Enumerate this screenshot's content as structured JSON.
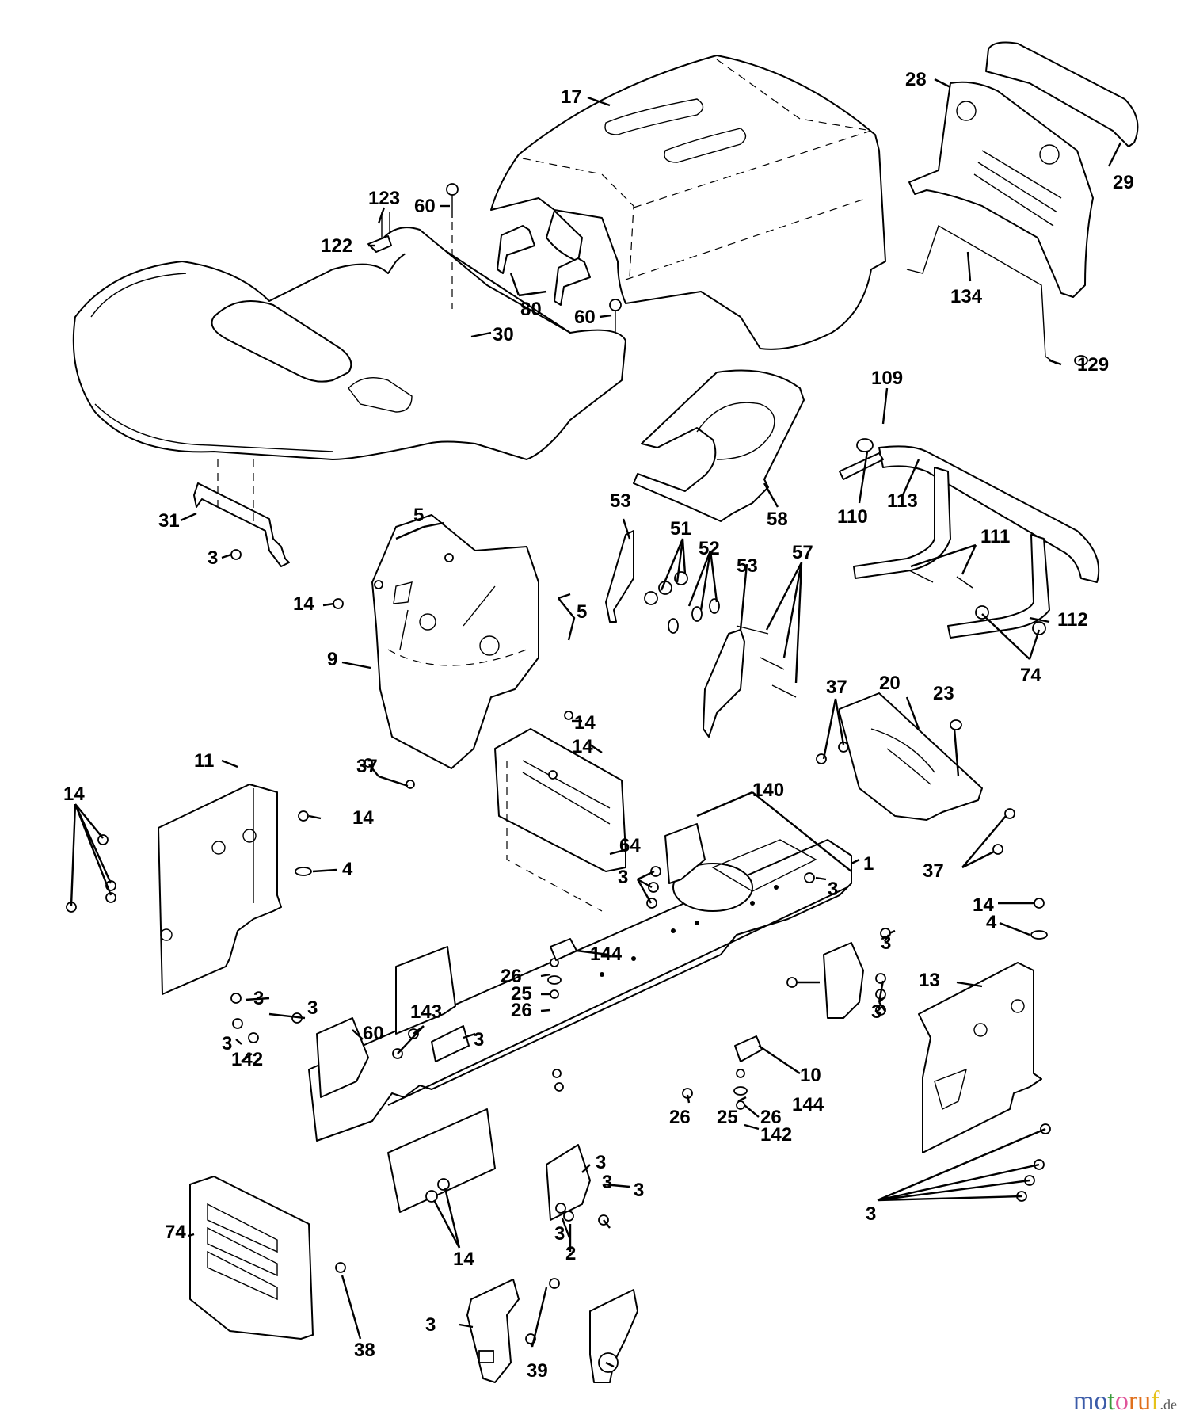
{
  "diagram": {
    "title": "Lawn tractor chassis & enclosures — exploded parts view",
    "callouts": [
      {
        "id": "c17",
        "label": "17"
      },
      {
        "id": "c28",
        "label": "28"
      },
      {
        "id": "c29",
        "label": "29"
      },
      {
        "id": "c123",
        "label": "123"
      },
      {
        "id": "c60a",
        "label": "60"
      },
      {
        "id": "c122",
        "label": "122"
      },
      {
        "id": "c80",
        "label": "80"
      },
      {
        "id": "c60b",
        "label": "60"
      },
      {
        "id": "c30",
        "label": "30"
      },
      {
        "id": "c134",
        "label": "134"
      },
      {
        "id": "c129",
        "label": "129"
      },
      {
        "id": "c109",
        "label": "109"
      },
      {
        "id": "c31",
        "label": "31"
      },
      {
        "id": "c3a",
        "label": "3"
      },
      {
        "id": "c5a",
        "label": "5"
      },
      {
        "id": "c53a",
        "label": "53"
      },
      {
        "id": "c51",
        "label": "51"
      },
      {
        "id": "c52",
        "label": "52"
      },
      {
        "id": "c53b",
        "label": "53"
      },
      {
        "id": "c57",
        "label": "57"
      },
      {
        "id": "c58",
        "label": "58"
      },
      {
        "id": "c110",
        "label": "110"
      },
      {
        "id": "c113",
        "label": "113"
      },
      {
        "id": "c111",
        "label": "111"
      },
      {
        "id": "c112",
        "label": "112"
      },
      {
        "id": "c74a",
        "label": "74"
      },
      {
        "id": "c14a",
        "label": "14"
      },
      {
        "id": "c5b",
        "label": "5"
      },
      {
        "id": "c9",
        "label": "9"
      },
      {
        "id": "c14b",
        "label": "14"
      },
      {
        "id": "c14c",
        "label": "14"
      },
      {
        "id": "c37a",
        "label": "37"
      },
      {
        "id": "c37b",
        "label": "37"
      },
      {
        "id": "c20",
        "label": "20"
      },
      {
        "id": "c23",
        "label": "23"
      },
      {
        "id": "c37c",
        "label": "37"
      },
      {
        "id": "c11",
        "label": "11"
      },
      {
        "id": "c14d",
        "label": "14"
      },
      {
        "id": "c14e",
        "label": "14"
      },
      {
        "id": "c4a",
        "label": "4"
      },
      {
        "id": "c64",
        "label": "64"
      },
      {
        "id": "c3b",
        "label": "3"
      },
      {
        "id": "c140",
        "label": "140"
      },
      {
        "id": "c3c",
        "label": "3"
      },
      {
        "id": "c14f",
        "label": "14"
      },
      {
        "id": "c4b",
        "label": "4"
      },
      {
        "id": "c3d",
        "label": "3"
      },
      {
        "id": "c144a",
        "label": "144"
      },
      {
        "id": "c26a",
        "label": "26"
      },
      {
        "id": "c25a",
        "label": "25"
      },
      {
        "id": "c26b",
        "label": "26"
      },
      {
        "id": "c1",
        "label": "1"
      },
      {
        "id": "c13",
        "label": "13"
      },
      {
        "id": "c3e",
        "label": "3"
      },
      {
        "id": "c3f",
        "label": "3"
      },
      {
        "id": "c3g",
        "label": "3"
      },
      {
        "id": "c3h",
        "label": "3"
      },
      {
        "id": "c142a",
        "label": "142"
      },
      {
        "id": "c60c",
        "label": "60"
      },
      {
        "id": "c143",
        "label": "143"
      },
      {
        "id": "c3i",
        "label": "3"
      },
      {
        "id": "c144b",
        "label": "144"
      },
      {
        "id": "c10",
        "label": "10"
      },
      {
        "id": "c26c",
        "label": "26"
      },
      {
        "id": "c25b",
        "label": "25"
      },
      {
        "id": "c26d",
        "label": "26"
      },
      {
        "id": "c142b",
        "label": "142"
      },
      {
        "id": "c3j",
        "label": "3"
      },
      {
        "id": "c3k",
        "label": "3"
      },
      {
        "id": "c3l",
        "label": "3"
      },
      {
        "id": "c3m",
        "label": "3"
      },
      {
        "id": "c2",
        "label": "2"
      },
      {
        "id": "c74b",
        "label": "74"
      },
      {
        "id": "c14g",
        "label": "14"
      },
      {
        "id": "c3n",
        "label": "3"
      },
      {
        "id": "c38",
        "label": "38"
      },
      {
        "id": "c3o",
        "label": "3"
      },
      {
        "id": "c39",
        "label": "39"
      }
    ]
  },
  "watermark": {
    "letters": [
      {
        "ch": "m",
        "color": "#3b5ba8"
      },
      {
        "ch": "o",
        "color": "#3b5ba8"
      },
      {
        "ch": "t",
        "color": "#3a9a3a"
      },
      {
        "ch": "o",
        "color": "#e0559a"
      },
      {
        "ch": "r",
        "color": "#e0701c"
      },
      {
        "ch": "u",
        "color": "#e0701c"
      },
      {
        "ch": "f",
        "color": "#e6c21a"
      }
    ],
    "tld": ".de"
  }
}
